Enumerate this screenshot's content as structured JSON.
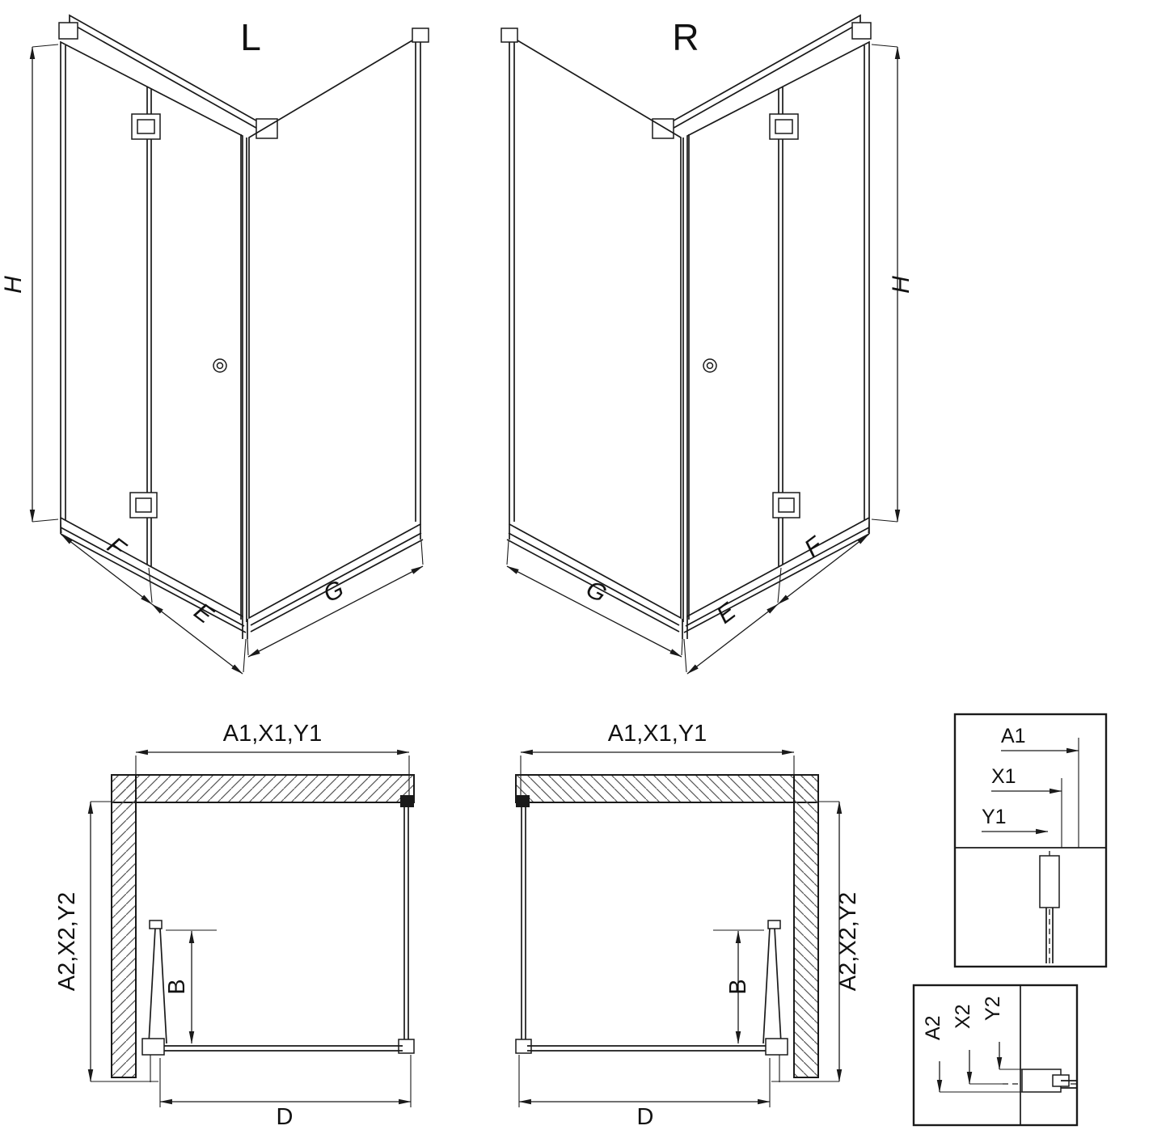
{
  "colors": {
    "line": "#1a1a1a",
    "background": "#ffffff",
    "hatch": "#555555"
  },
  "perspective_left": {
    "variant_label": "L",
    "dims": {
      "height": "H",
      "front_fixed": "F",
      "front_door": "E",
      "side": "G"
    }
  },
  "perspective_right": {
    "variant_label": "R",
    "dims": {
      "height": "H",
      "front_fixed": "F",
      "front_door": "E",
      "side": "G"
    }
  },
  "plan_left": {
    "dims": {
      "top_width": "A1,X1,Y1",
      "side_depth": "A2,X2,Y2",
      "door_projection": "B",
      "bottom_width": "D"
    }
  },
  "plan_right": {
    "dims": {
      "top_width": "A1,X1,Y1",
      "side_depth": "A2,X2,Y2",
      "door_projection": "B",
      "bottom_width": "D"
    }
  },
  "detail_top_right": {
    "dims": {
      "a1": "A1",
      "x1": "X1",
      "y1": "Y1"
    }
  },
  "detail_bottom_right": {
    "dims": {
      "a2": "A2",
      "x2": "X2",
      "y2": "Y2"
    }
  }
}
